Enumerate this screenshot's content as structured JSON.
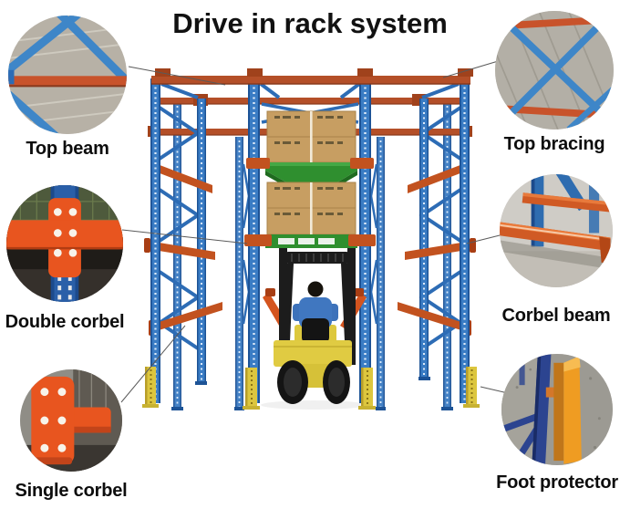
{
  "title": "Drive in rack system",
  "callouts": [
    {
      "id": "top-beam",
      "label": "Top beam",
      "side": "left"
    },
    {
      "id": "top-bracing",
      "label": "Top bracing",
      "side": "right"
    },
    {
      "id": "double-corbel",
      "label": "Double corbel",
      "side": "left"
    },
    {
      "id": "corbel-beam",
      "label": "Corbel beam",
      "side": "right"
    },
    {
      "id": "single-corbel",
      "label": "Single corbel",
      "side": "left"
    },
    {
      "id": "foot-protector",
      "label": "Foot protector",
      "side": "right"
    }
  ],
  "illustration": {
    "type": "3d-render-drive-in-pallet-rack",
    "elements": [
      "blue rack uprights",
      "orange beams and corbels",
      "carton boxes on green pallets",
      "yellow forklift with driver",
      "yellow foot protectors"
    ]
  },
  "colors": {
    "rack_blue": "#2d6cb5",
    "beam_orange": "#b44f28",
    "corbel_orange": "#d4541e",
    "pallet_green": "#2f8f2f",
    "box_tan": "#c79e62",
    "forklift_yellow": "#e0cb42",
    "protector_yellow": "#dcc63e",
    "title_color": "#111111"
  }
}
